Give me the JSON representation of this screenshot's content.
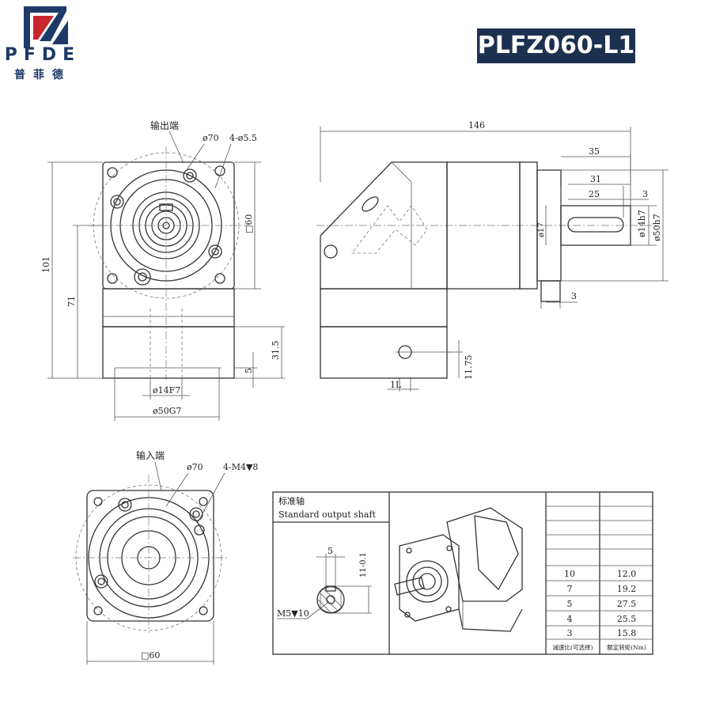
{
  "brand": {
    "logo_text": "PFDE",
    "logo_cn": "普菲德",
    "colors": {
      "brand": "#1e3a68",
      "accent": "#c8282d",
      "model_bg": "#1c3150"
    }
  },
  "model": "PLFZ060-L1",
  "front_view": {
    "title": "输出端",
    "dim_bolt_circle": "ø70",
    "dim_holes": "4-ø5.5",
    "dim_square": "□60",
    "dim_height_total": "101",
    "dim_height_axis": "71",
    "dim_base": "31.5",
    "dim_step": "5",
    "dim_bore": "ø14F7",
    "dim_pilot": "ø50G7"
  },
  "side_view": {
    "dim_length": "146",
    "dim_shaft": "35",
    "dim_key_len": "31",
    "dim_key_inner": "25",
    "dim_key_end": "3",
    "dim_flange": "3",
    "dim_shaft_dia": "ø14h7",
    "dim_spigot": "ø50h7",
    "dim_17": "ø17",
    "dim_1175": "11.75",
    "dim_1l": "1L"
  },
  "input_view": {
    "title": "输入端",
    "dim_bolt_circle": "ø70",
    "dim_threads": "4-M4▼8",
    "dim_square": "□60"
  },
  "shaft_panel": {
    "title_cn": "标准轴",
    "title_en": "Standard output shaft",
    "dim_key_width": "5",
    "dim_key_depth": "11-0.1",
    "dim_thread": "M5▼10",
    "table": {
      "header_ratio": "减速比(可选择)",
      "header_torque": "额定转矩(Nm)",
      "rows": [
        {
          "ratio": "10",
          "torque": "12.0"
        },
        {
          "ratio": "7",
          "torque": "19.2"
        },
        {
          "ratio": "5",
          "torque": "27.5"
        },
        {
          "ratio": "4",
          "torque": "25.5"
        },
        {
          "ratio": "3",
          "torque": "15.8"
        }
      ]
    }
  }
}
